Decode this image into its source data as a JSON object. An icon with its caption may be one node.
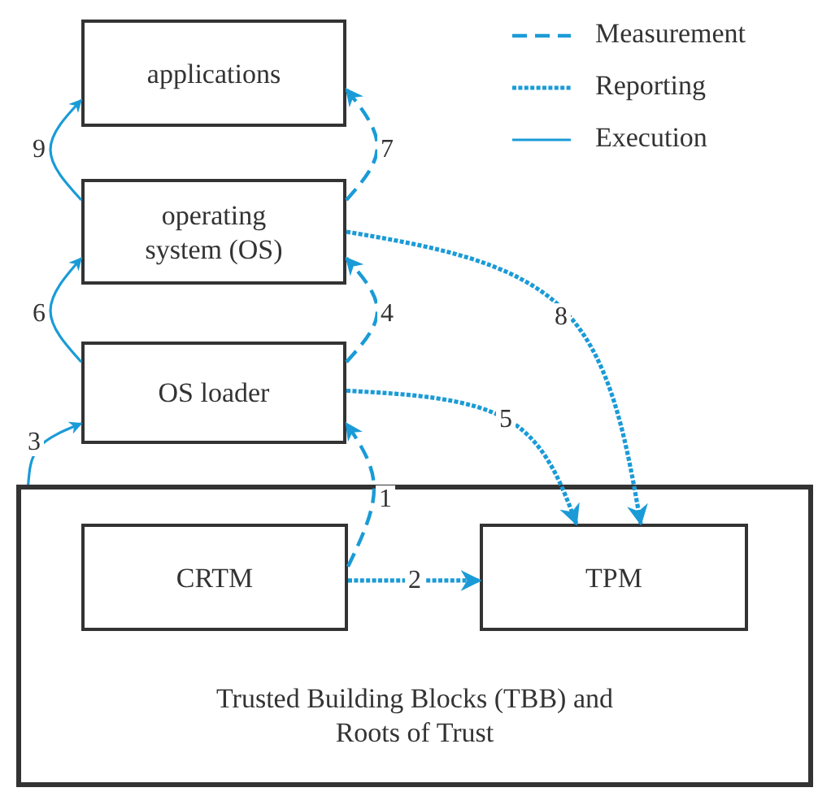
{
  "diagram": {
    "nodes": [
      {
        "text": [
          "applications"
        ]
      },
      {
        "text": [
          "operating system (OS)"
        ]
      },
      {
        "text": [
          "OS loader"
        ]
      },
      {
        "text": [
          "Trusted Building Blocks (TBB) and Roots of Trust"
        ]
      },
      {
        "text": [
          "CRTM"
        ],
        "in": 3
      },
      {
        "text": [
          "TPM"
        ],
        "in": 3
      }
    ],
    "edges": [
      {
        "from": 4,
        "to": 2,
        "arrow": "to",
        "label": "1",
        "style": "dashed"
      },
      {
        "from": 4,
        "to": 5,
        "arrow": "to",
        "label": "2",
        "style": "dashed"
      },
      {
        "from": 3,
        "to": 2,
        "arrow": "to",
        "label": "3"
      },
      {
        "from": 2,
        "to": 1,
        "arrow": "to",
        "label": "4",
        "style": "dashed"
      },
      {
        "from": 2,
        "to": 5,
        "arrow": "to",
        "label": "5",
        "style": "dashed"
      },
      {
        "from": 2,
        "to": 1,
        "arrow": "to",
        "label": "6"
      },
      {
        "from": 1,
        "to": 0,
        "arrow": "to",
        "label": "7",
        "style": "dashed"
      },
      {
        "from": 1,
        "to": 5,
        "arrow": "to",
        "label": "8",
        "style": "dashed"
      },
      {
        "from": 1,
        "to": 0,
        "arrow": "to",
        "label": "9"
      }
    ],
    "legend": [
      {
        "text": "Measurement"
      },
      {
        "text": "Reporting"
      },
      {
        "text": "Execution"
      }
    ]
  }
}
